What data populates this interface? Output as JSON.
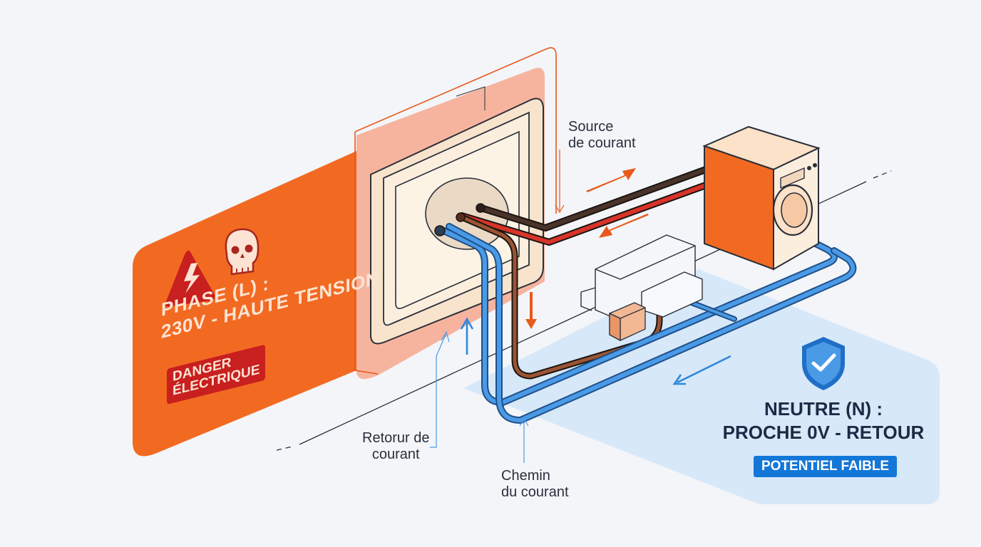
{
  "phase": {
    "title_line1": "PHASE (L) :",
    "title_line2": "230V - HAUTE TENSION",
    "badge_line1": "DANGER",
    "badge_line2": "ÉLECTRIQUE"
  },
  "neutre": {
    "title_line1": "NEUTRE (N) :",
    "title_line2": "PROCHE 0V - RETOUR",
    "badge": "POTENTIEL FAIBLE"
  },
  "labels": {
    "source_line1": "Source",
    "source_line2": "de courant",
    "retour_line1": "Retorur de",
    "retour_line2": "courant",
    "chemin_line1": "Chemin",
    "chemin_line2": "du courant"
  },
  "icons": {
    "warning": "lightning-warning-icon",
    "skull": "skull-icon",
    "shield": "shield-check-icon",
    "outlet": "wall-outlet-icon",
    "appliance": "washing-machine-icon"
  },
  "colors": {
    "phase_orange": "#f26a21",
    "danger_red": "#c81f1f",
    "neutral_blue": "#3d8fe0",
    "live_wire_red": "#d8342a",
    "wire_brown": "#8a4a2c",
    "wire_black": "#2b1f1b",
    "outlet_cream": "#fbeedd"
  }
}
